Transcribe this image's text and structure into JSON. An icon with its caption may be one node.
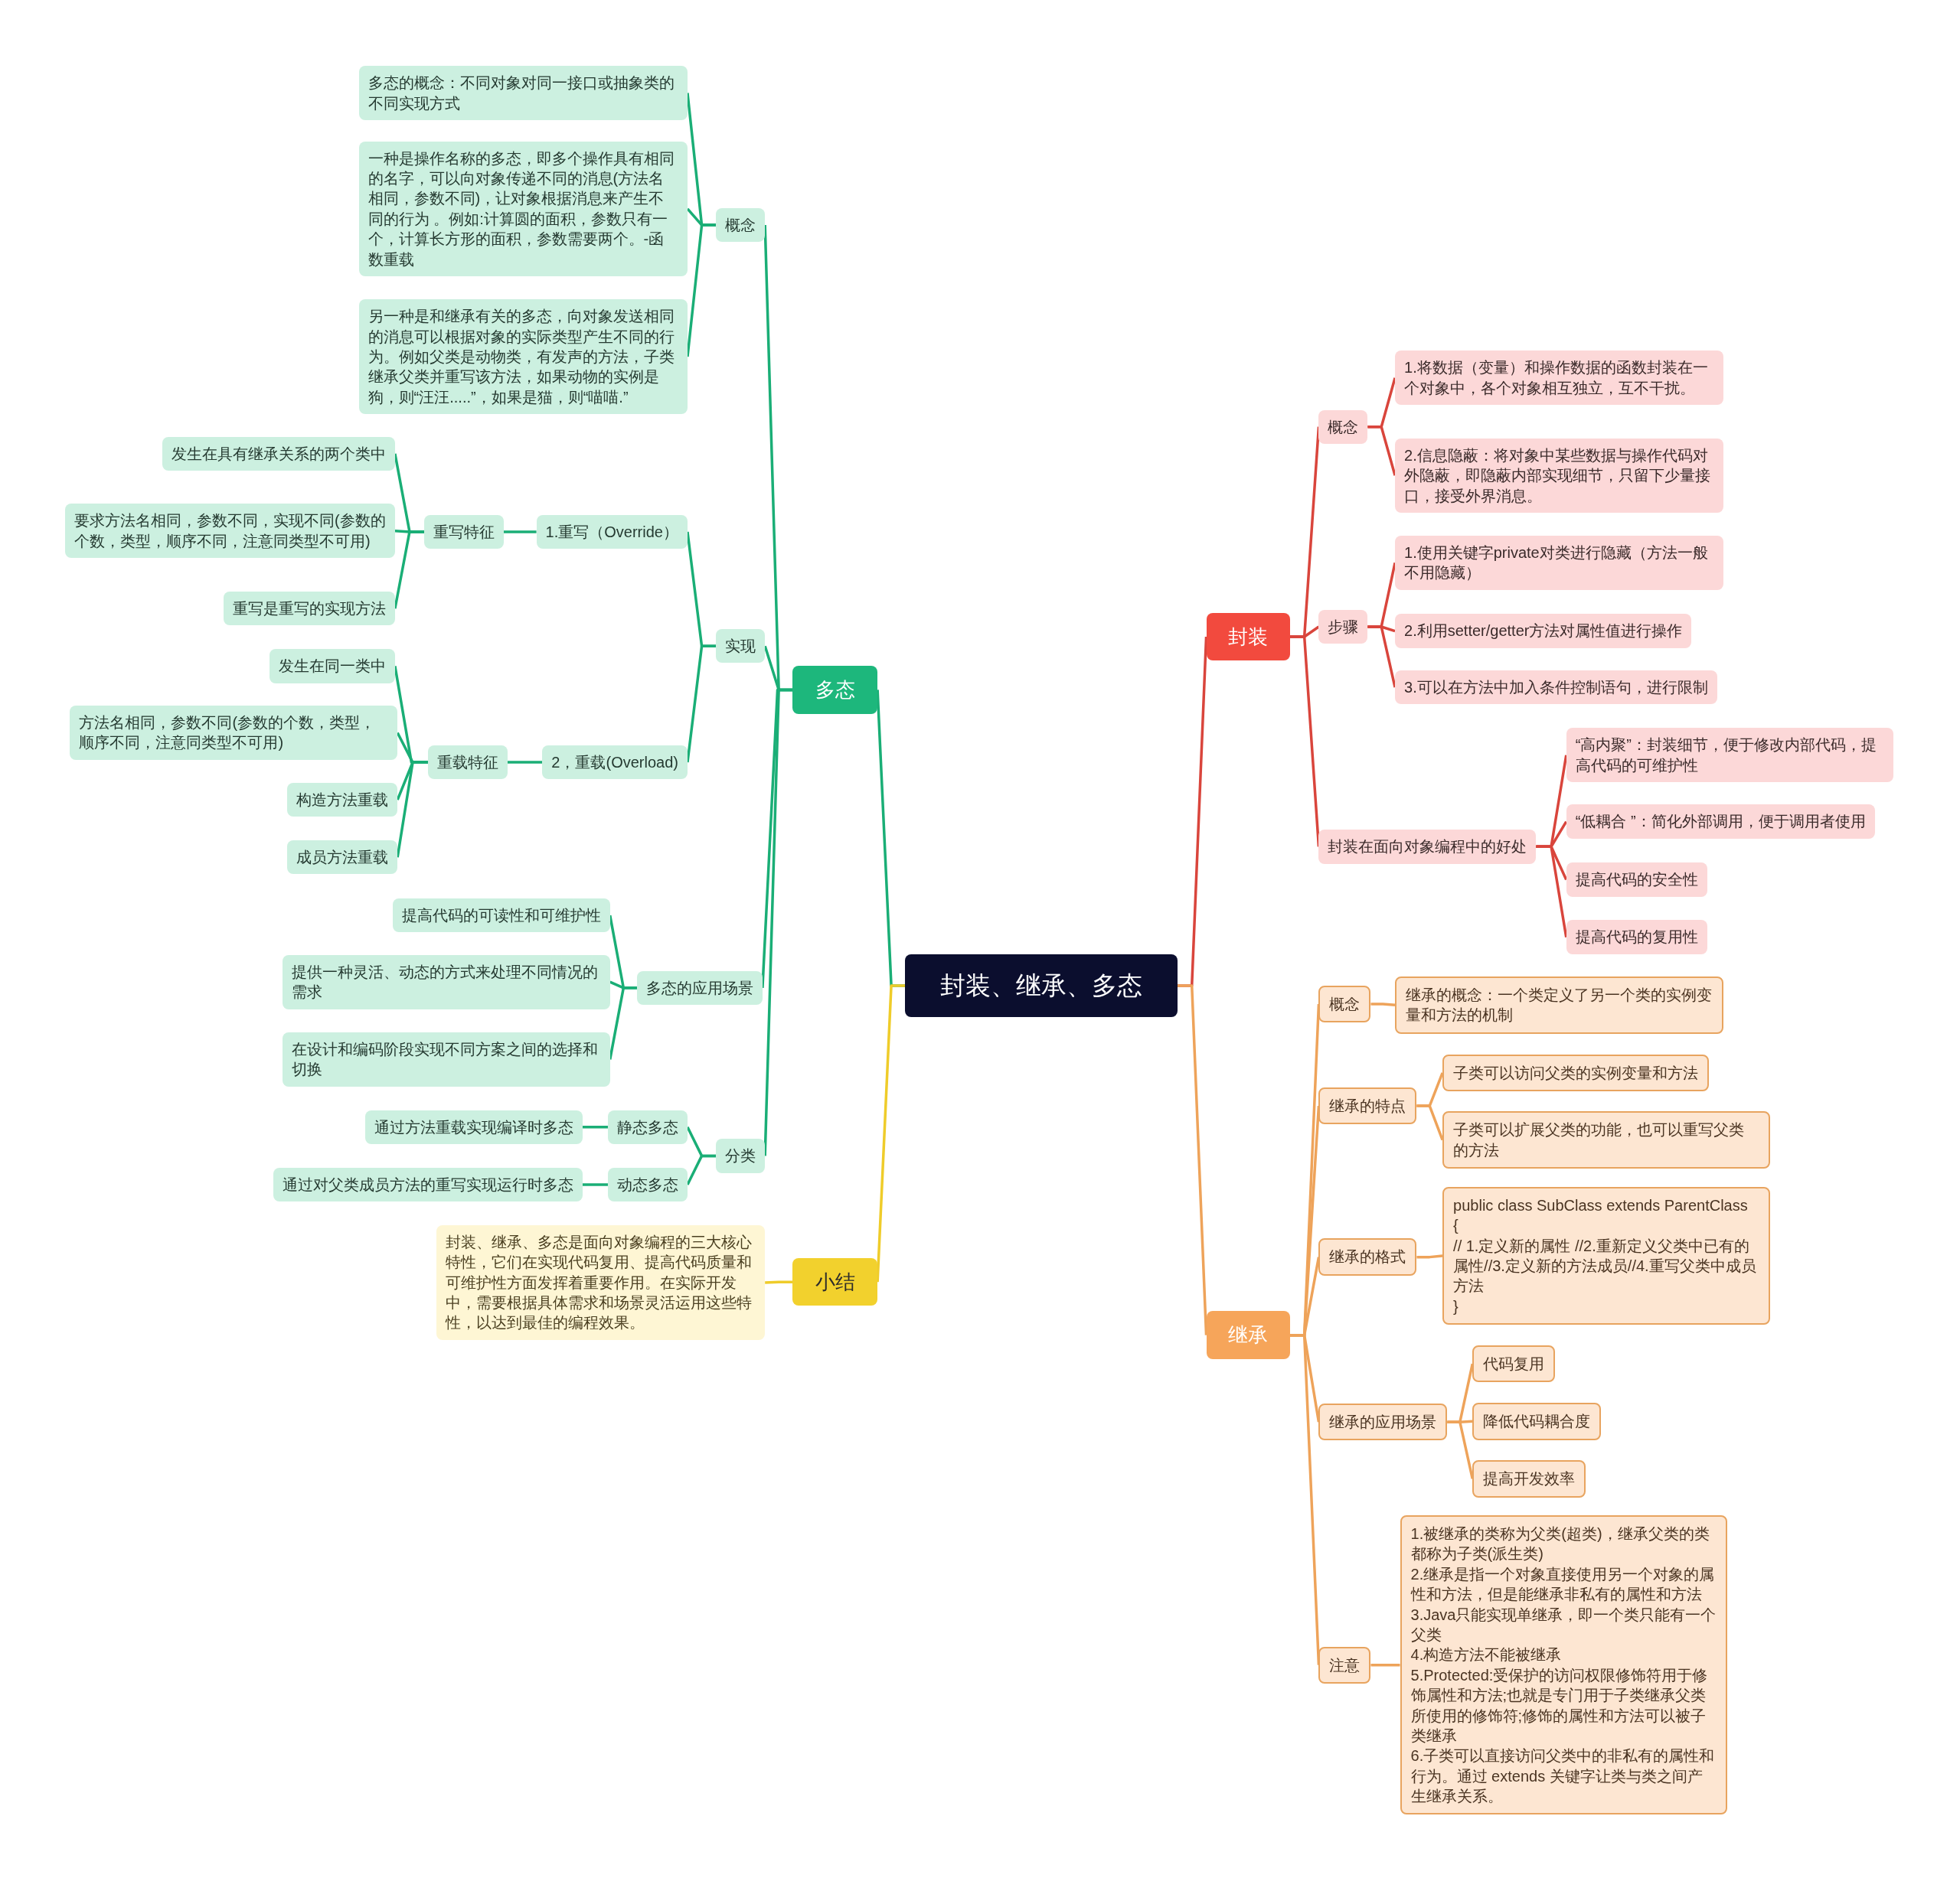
{
  "diagram": {
    "nodes": [
      {
        "text": [
          "封装、继承、多态"
        ]
      },
      {
        "text": [
          "多态"
        ]
      },
      {
        "text": [
          "概念"
        ]
      },
      {
        "text": [
          "多态的概念：不同对象对同一接口或抽象类的不同实现方式"
        ]
      },
      {
        "text": [
          "一种是操作名称的多态，即多个操作具有相同的名字，可以向对象传递不同的消息(方法名相同，参数不同)，让对象根据消息来产生不同的行为 。例如:计算圆的面积，参数只有一个，计算长方形的面积，参数需要两个。-函数重载"
        ]
      },
      {
        "text": [
          "另一种是和继承有关的多态，向对象发送相同的消息可以根据对象的实际类型产生不同的行为。例如父类是动物类，有发声的方法，子类继承父类并重写该方法，如果动物的实例是狗，则“汪汪.....”，如果是猫，则“喵喵.”"
        ]
      },
      {
        "text": [
          "实现"
        ]
      },
      {
        "text": [
          "1.重写（Override）"
        ]
      },
      {
        "text": [
          "重写特征"
        ]
      },
      {
        "text": [
          "发生在具有继承关系的两个类中"
        ]
      },
      {
        "text": [
          "要求方法名相同，参数不同，实现不同(参数的个数，类型，顺序不同，注意同类型不可用)"
        ]
      },
      {
        "text": [
          "重写是重写的实现方法"
        ]
      },
      {
        "text": [
          "2，重载(Overload)"
        ]
      },
      {
        "text": [
          "重载特征"
        ]
      },
      {
        "text": [
          "发生在同一类中"
        ]
      },
      {
        "text": [
          "方法名相同，参数不同(参数的个数，类型，顺序不同，注意同类型不可用)"
        ]
      },
      {
        "text": [
          "构造方法重载"
        ]
      },
      {
        "text": [
          "成员方法重载"
        ]
      },
      {
        "text": [
          "多态的应用场景"
        ]
      },
      {
        "text": [
          "提高代码的可读性和可维护性"
        ]
      },
      {
        "text": [
          "提供一种灵活、动态的方式来处理不同情况的需求"
        ]
      },
      {
        "text": [
          "在设计和编码阶段实现不同方案之间的选择和切换"
        ]
      },
      {
        "text": [
          "分类"
        ]
      },
      {
        "text": [
          "静态多态"
        ]
      },
      {
        "text": [
          "通过方法重载实现编译时多态"
        ]
      },
      {
        "text": [
          "动态多态"
        ]
      },
      {
        "text": [
          "通过对父类成员方法的重写实现运行时多态"
        ]
      },
      {
        "text": [
          "小结"
        ]
      },
      {
        "text": [
          "封装、继承、多态是面向对象编程的三大核心特性，它们在实现代码复用、提高代码质量和可维护性方面发挥着重要作用。在实际开发中，需要根据具体需求和场景灵活运用这些特性，以达到最佳的编程效果。"
        ]
      },
      {
        "text": [
          "封装"
        ]
      },
      {
        "text": [
          "概念"
        ]
      },
      {
        "text": [
          "1.将数据（变量）和操作数据的函数封装在一个对象中，各个对象相互独立，互不干扰。"
        ]
      },
      {
        "text": [
          "2.信息隐蔽：将对象中某些数据与操作代码对外隐蔽，即隐蔽内部实现细节，只留下少量接口，接受外界消息。"
        ]
      },
      {
        "text": [
          "步骤"
        ]
      },
      {
        "text": [
          "1.使用关键字private对类进行隐藏（方法一般不用隐藏）"
        ]
      },
      {
        "text": [
          "2.利用setter/getter方法对属性值进行操作"
        ]
      },
      {
        "text": [
          "3.可以在方法中加入条件控制语句，进行限制"
        ]
      },
      {
        "text": [
          "封装在面向对象编程中的好处"
        ]
      },
      {
        "text": [
          "“高内聚”：封装细节，便于修改内部代码，提高代码的可维护性"
        ]
      },
      {
        "text": [
          "“低耦合 ”：简化外部调用，便于调用者使用"
        ]
      },
      {
        "text": [
          "提高代码的安全性"
        ]
      },
      {
        "text": [
          "提高代码的复用性"
        ]
      },
      {
        "text": [
          "继承"
        ]
      },
      {
        "text": [
          "概念"
        ]
      },
      {
        "text": [
          "继承的概念：一个类定义了另一个类的实例变量和方法的机制"
        ]
      },
      {
        "text": [
          "继承的特点"
        ]
      },
      {
        "text": [
          "子类可以访问父类的实例变量和方法"
        ]
      },
      {
        "text": [
          "子类可以扩展父类的功能，也可以重写父类的方法"
        ]
      },
      {
        "text": [
          "继承的格式"
        ]
      },
      {
        "text": [
          "public class SubClass extends ParentClass",
          "{",
          "// 1.定义新的属性 //2.重新定义父类中已有的属性//3.定义新的方法成员//4.重写父类中成员方法",
          "}"
        ]
      },
      {
        "text": [
          "继承的应用场景"
        ]
      },
      {
        "text": [
          "代码复用"
        ]
      },
      {
        "text": [
          "降低代码耦合度"
        ]
      },
      {
        "text": [
          "提高开发效率"
        ]
      },
      {
        "text": [
          "注意"
        ]
      },
      {
        "text": [
          "1.被继承的类称为父类(超类)，继承父类的类都称为子类(派生类)",
          "2.继承是指一个对象直接使用另一个对象的属性和方法，但是能继承非私有的属性和方法",
          "3.Java只能实现单继承，即一个类只能有一个父类",
          "4.构造方法不能被继承",
          "5.Protected:受保护的访问权限修饰符用于修饰属性和方法;也就是专门用于子类继承父类所使用的修饰符;修饰的属性和方法可以被子类继承",
          "6.子类可以直接访问父类中的非私有的属性和行为。通过 extends 关键字让类与类之间产生继承关系。"
        ]
      }
    ],
    "edges": [
      {
        "from": 0,
        "to": 1,
        "arrow": "none"
      },
      {
        "from": 1,
        "to": 2,
        "arrow": "none"
      },
      {
        "from": 2,
        "to": 3,
        "arrow": "none"
      },
      {
        "from": 2,
        "to": 4,
        "arrow": "none"
      },
      {
        "from": 2,
        "to": 5,
        "arrow": "none"
      },
      {
        "from": 1,
        "to": 6,
        "arrow": "none"
      },
      {
        "from": 6,
        "to": 7,
        "arrow": "none"
      },
      {
        "from": 7,
        "to": 8,
        "arrow": "none"
      },
      {
        "from": 8,
        "to": 9,
        "arrow": "none"
      },
      {
        "from": 8,
        "to": 10,
        "arrow": "none"
      },
      {
        "from": 8,
        "to": 11,
        "arrow": "none"
      },
      {
        "from": 6,
        "to": 12,
        "arrow": "none"
      },
      {
        "from": 12,
        "to": 13,
        "arrow": "none"
      },
      {
        "from": 13,
        "to": 14,
        "arrow": "none"
      },
      {
        "from": 13,
        "to": 15,
        "arrow": "none"
      },
      {
        "from": 13,
        "to": 16,
        "arrow": "none"
      },
      {
        "from": 13,
        "to": 17,
        "arrow": "none"
      },
      {
        "from": 1,
        "to": 18,
        "arrow": "none"
      },
      {
        "from": 18,
        "to": 19,
        "arrow": "none"
      },
      {
        "from": 18,
        "to": 20,
        "arrow": "none"
      },
      {
        "from": 18,
        "to": 21,
        "arrow": "none"
      },
      {
        "from": 1,
        "to": 22,
        "arrow": "none"
      },
      {
        "from": 22,
        "to": 23,
        "arrow": "none"
      },
      {
        "from": 23,
        "to": 24,
        "arrow": "none"
      },
      {
        "from": 22,
        "to": 25,
        "arrow": "none"
      },
      {
        "from": 25,
        "to": 26,
        "arrow": "none"
      },
      {
        "from": 0,
        "to": 27,
        "arrow": "none",
        "color": "#efcc2a"
      },
      {
        "from": 27,
        "to": 28,
        "arrow": "none",
        "color": "#efcc2a"
      },
      {
        "from": 0,
        "to": 29,
        "arrow": "none",
        "color": "#d9453c"
      },
      {
        "from": 29,
        "to": 30,
        "arrow": "none",
        "color": "#d9453c"
      },
      {
        "from": 30,
        "to": 31,
        "arrow": "none",
        "color": "#d9453c"
      },
      {
        "from": 30,
        "to": 32,
        "arrow": "none",
        "color": "#d9453c"
      },
      {
        "from": 29,
        "to": 33,
        "arrow": "none",
        "color": "#d9453c"
      },
      {
        "from": 33,
        "to": 34,
        "arrow": "none",
        "color": "#d9453c"
      },
      {
        "from": 33,
        "to": 35,
        "arrow": "none",
        "color": "#d9453c"
      },
      {
        "from": 33,
        "to": 36,
        "arrow": "none",
        "color": "#d9453c"
      },
      {
        "from": 29,
        "to": 37,
        "arrow": "none",
        "color": "#d9453c"
      },
      {
        "from": 37,
        "to": 38,
        "arrow": "none",
        "color": "#d9453c"
      },
      {
        "from": 37,
        "to": 39,
        "arrow": "none",
        "color": "#d9453c"
      },
      {
        "from": 37,
        "to": 40,
        "arrow": "none",
        "color": "#d9453c"
      },
      {
        "from": 37,
        "to": 41,
        "arrow": "none",
        "color": "#d9453c"
      },
      {
        "from": 0,
        "to": 42,
        "arrow": "none",
        "color": "#eea35a"
      },
      {
        "from": 42,
        "to": 43,
        "arrow": "none",
        "color": "#eea35a"
      },
      {
        "from": 43,
        "to": 44,
        "arrow": "none",
        "color": "#eea35a"
      },
      {
        "from": 42,
        "to": 45,
        "arrow": "none",
        "color": "#eea35a"
      },
      {
        "from": 45,
        "to": 46,
        "arrow": "none",
        "color": "#eea35a"
      },
      {
        "from": 45,
        "to": 47,
        "arrow": "none",
        "color": "#eea35a"
      },
      {
        "from": 42,
        "to": 48,
        "arrow": "none",
        "color": "#eea35a"
      },
      {
        "from": 48,
        "to": 49,
        "arrow": "none",
        "color": "#eea35a"
      },
      {
        "from": 42,
        "to": 50,
        "arrow": "none",
        "color": "#eea35a"
      },
      {
        "from": 50,
        "to": 51,
        "arrow": "none",
        "color": "#eea35a"
      },
      {
        "from": 50,
        "to": 52,
        "arrow": "none",
        "color": "#eea35a"
      },
      {
        "from": 50,
        "to": 53,
        "arrow": "none",
        "color": "#eea35a"
      },
      {
        "from": 42,
        "to": 54,
        "arrow": "none",
        "color": "#eea35a"
      },
      {
        "from": 54,
        "to": 55,
        "arrow": "none",
        "color": "#eea35a"
      }
    ]
  }
}
